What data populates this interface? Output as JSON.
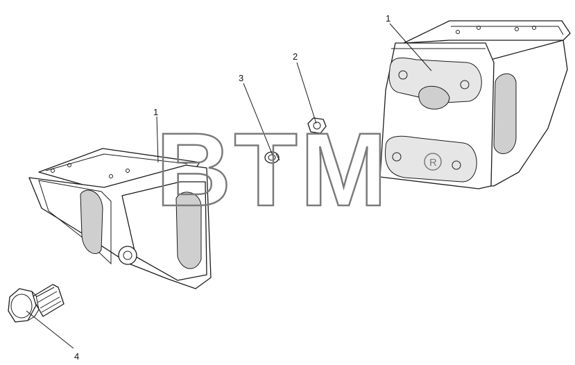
{
  "diagram": {
    "callouts": [
      {
        "id": "callout-1-right",
        "label": "1"
      },
      {
        "id": "callout-2",
        "label": "2"
      },
      {
        "id": "callout-3",
        "label": "3"
      },
      {
        "id": "callout-1-left",
        "label": "1"
      },
      {
        "id": "callout-4",
        "label": "4"
      }
    ],
    "watermark": {
      "text": "BTM",
      "registered_mark": "®"
    }
  }
}
